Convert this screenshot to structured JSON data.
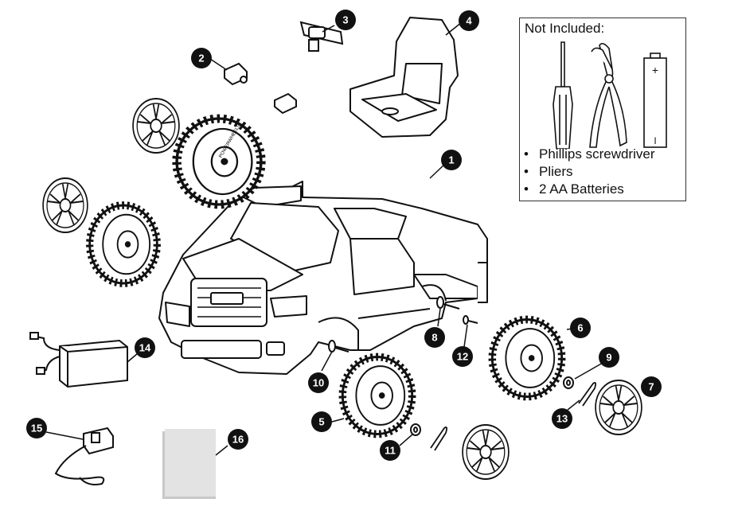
{
  "not_included": {
    "title": "Not Included:",
    "items": [
      "Phillips screwdriver",
      "Pliers",
      "2 AA Batteries"
    ],
    "battery_marks": [
      "+",
      "I"
    ]
  },
  "parts": [
    {
      "label": "1",
      "icon": "vehicle-body-icon"
    },
    {
      "label": "2",
      "icon": "seat-knob-icon"
    },
    {
      "label": "3",
      "icon": "steering-wheel-icon"
    },
    {
      "label": "4",
      "icon": "seat-icon"
    },
    {
      "label": "5",
      "icon": "wheel-icon"
    },
    {
      "label": "6",
      "icon": "wheel-icon"
    },
    {
      "label": "7",
      "icon": "hubcap-icon"
    },
    {
      "label": "8",
      "icon": "axle-icon"
    },
    {
      "label": "9",
      "icon": "washer-icon"
    },
    {
      "label": "10",
      "icon": "axle-icon"
    },
    {
      "label": "11",
      "icon": "washer-icon"
    },
    {
      "label": "12",
      "icon": "bolt-icon"
    },
    {
      "label": "13",
      "icon": "cotter-pin-icon"
    },
    {
      "label": "14",
      "icon": "battery-icon"
    },
    {
      "label": "15",
      "icon": "charger-icon"
    },
    {
      "label": "16",
      "icon": "manual-icon"
    }
  ],
  "wheel_brand_text": "POWERWHEELS",
  "colors": {
    "callout": "#111111",
    "line": "#111111",
    "manual": "#c8c8c8"
  }
}
